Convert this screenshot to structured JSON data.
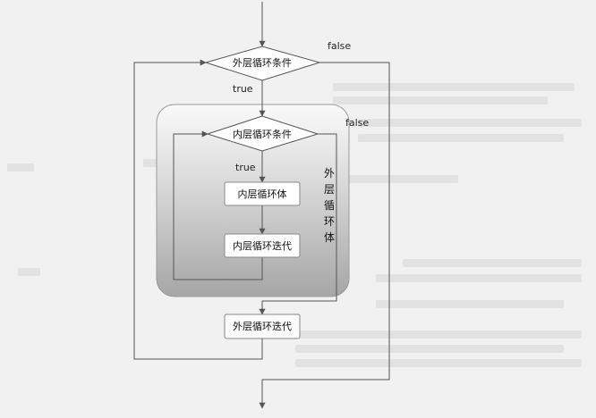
{
  "flowchart": {
    "outer_condition": "外层循环条件",
    "inner_condition": "内层循环条件",
    "inner_body": "内层循环体",
    "inner_iteration": "内层循环迭代",
    "outer_iteration": "外层循环迭代",
    "outer_body_label": [
      "外",
      "层",
      "循",
      "环",
      "体"
    ],
    "outer_true": "true",
    "outer_false": "false",
    "inner_true": "true",
    "inner_false": "false"
  },
  "colors": {
    "line": "#555555",
    "panel_top": "#fafafa",
    "panel_bottom": "#a9a9a9",
    "node_fill": "#ffffff"
  }
}
